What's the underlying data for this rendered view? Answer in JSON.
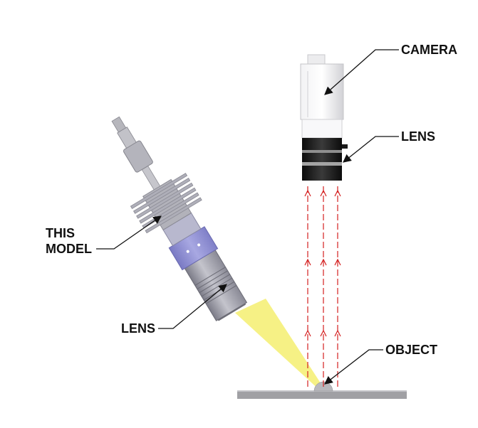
{
  "labels": {
    "camera": "CAMERA",
    "lens_camera": "LENS",
    "this_line1": "THIS",
    "this_line2": "MODEL",
    "lens_model": "LENS",
    "object": "OBJECT"
  },
  "colors": {
    "light_beam": "#F6F07E",
    "reflected_rays": "#D42020",
    "model_body": "#9A9AA8",
    "collar": "#8E8ED0",
    "camera_body": "#E8E8EA",
    "camera_lens": "#141414",
    "surface": "#A0A0A4"
  }
}
